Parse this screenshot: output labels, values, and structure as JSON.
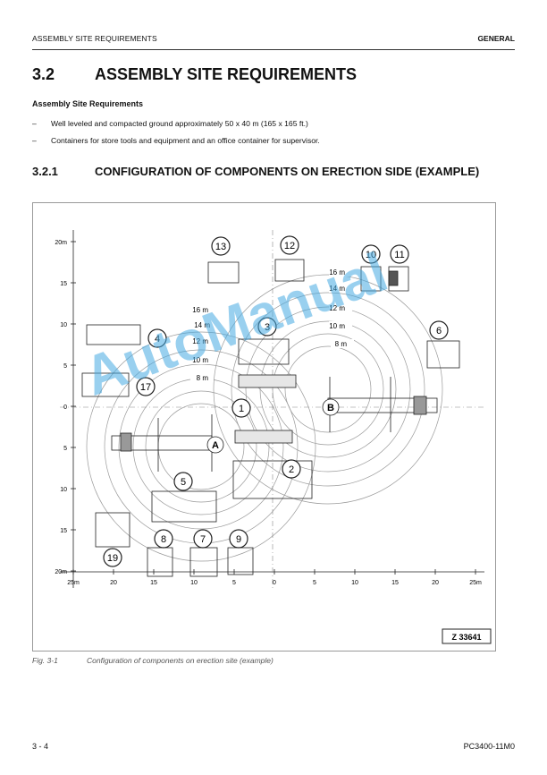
{
  "header": {
    "left": "ASSEMBLY SITE REQUIREMENTS",
    "right": "GENERAL"
  },
  "section": {
    "number": "3.2",
    "title": "ASSEMBLY SITE REQUIREMENTS"
  },
  "subheading": "Assembly Site Requirements",
  "bullets": [
    {
      "dash": "–",
      "text": "Well leveled and compacted ground approximately 50 x 40 m (165 x 165 ft.)"
    },
    {
      "dash": "–",
      "text": "Containers for store tools and equipment and an office container for supervisor."
    }
  ],
  "subsection": {
    "number": "3.2.1",
    "title": "CONFIGURATION OF COMPONENTS ON ERECTION SIDE (EXAMPLE)"
  },
  "figure": {
    "y_ticks": [
      "20m",
      "15",
      "10",
      "5",
      "0",
      "5",
      "10",
      "15",
      "20m"
    ],
    "x_ticks": [
      "25m",
      "20",
      "15",
      "10",
      "5",
      "0",
      "5",
      "10",
      "15",
      "20",
      "25m"
    ],
    "radius_labels_left": [
      "16 m",
      "14 m",
      "12 m",
      "10 m",
      "8 m"
    ],
    "radius_labels_right": [
      "16 m",
      "14 m",
      "12 m",
      "10 m",
      "8 m"
    ],
    "crane_labels": {
      "a": "A",
      "b": "B"
    },
    "callouts": [
      "1",
      "2",
      "3",
      "4",
      "5",
      "6",
      "7",
      "8",
      "9",
      "10",
      "11",
      "12",
      "13",
      "17",
      "19"
    ],
    "ref": "Z 33641"
  },
  "caption": {
    "number": "Fig. 3-1",
    "text": "Configuration of components on erection site (example)"
  },
  "footer": {
    "left": "3  - 4",
    "right": "PC3400-11M0"
  },
  "watermark": "AutoManual"
}
